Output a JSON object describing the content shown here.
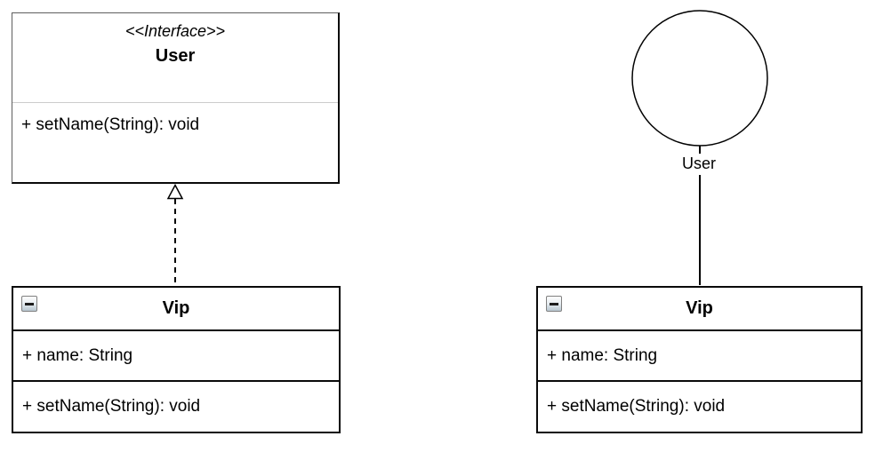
{
  "left": {
    "interface": {
      "stereotype": "<<Interface>>",
      "name": "User",
      "operations": [
        "+ setName(String): void"
      ]
    },
    "class": {
      "name": "Vip",
      "attributes": [
        "+ name: String"
      ],
      "operations": [
        "+ setName(String): void"
      ]
    }
  },
  "right": {
    "interface_label": "User",
    "class": {
      "name": "Vip",
      "attributes": [
        "+ name: String"
      ],
      "operations": [
        "+ setName(String): void"
      ]
    }
  },
  "icons": {
    "collapse": "minus-icon"
  },
  "colors": {
    "background": "#ffffff",
    "line": "#000000",
    "class_border": "#0a0a0a",
    "interface_border_light": "#5f5f5f",
    "compartment_divider_gray": "#cccccc",
    "icon_border": "#808080",
    "icon_face_top": "#fdfdfd",
    "icon_face_bottom": "#b9c7d1"
  }
}
